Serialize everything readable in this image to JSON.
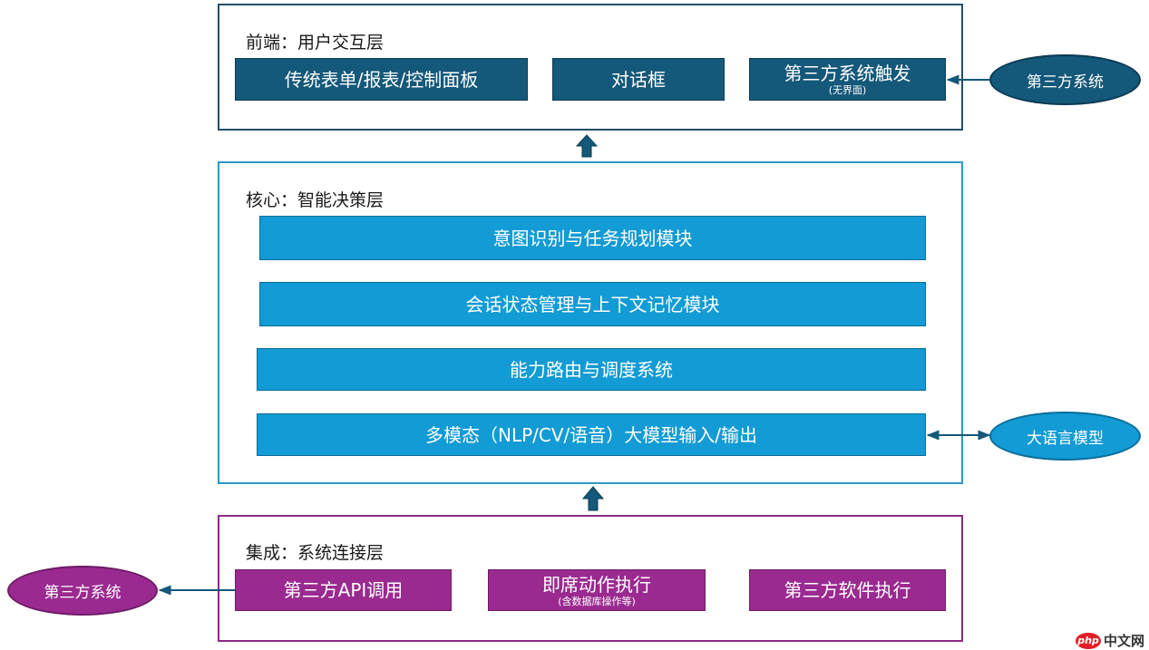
{
  "front": {
    "title": "前端：用户交互层",
    "boxes": [
      {
        "label": "传统表单/报表/控制面板"
      },
      {
        "label": "对话框"
      },
      {
        "label": "第三方系统触发",
        "sub": "(无界面)"
      }
    ],
    "external": "第三方系统"
  },
  "core": {
    "title": "核心：智能决策层",
    "boxes": [
      {
        "label": "意图识别与任务规划模块"
      },
      {
        "label": "会话状态管理与上下文记忆模块"
      },
      {
        "label": "能力路由与调度系统"
      },
      {
        "label": "多模态（NLP/CV/语音）大模型输入/输出"
      }
    ],
    "external": "大语言模型"
  },
  "integration": {
    "title": "集成：系统连接层",
    "boxes": [
      {
        "label": "第三方API调用"
      },
      {
        "label": "即席动作执行",
        "sub": "(含数据库操作等)"
      },
      {
        "label": "第三方软件执行"
      }
    ],
    "external": "第三方系统"
  },
  "watermark": {
    "brand": "php",
    "site": "中文网"
  },
  "colors": {
    "front_border": "#1f4e6b",
    "front_box": "#14587a",
    "core_border": "#2a9bc4",
    "core_box": "#129bd4",
    "integration_border": "#8b2a87",
    "integration_box": "#9a2a90",
    "arrow": "#14587a"
  }
}
